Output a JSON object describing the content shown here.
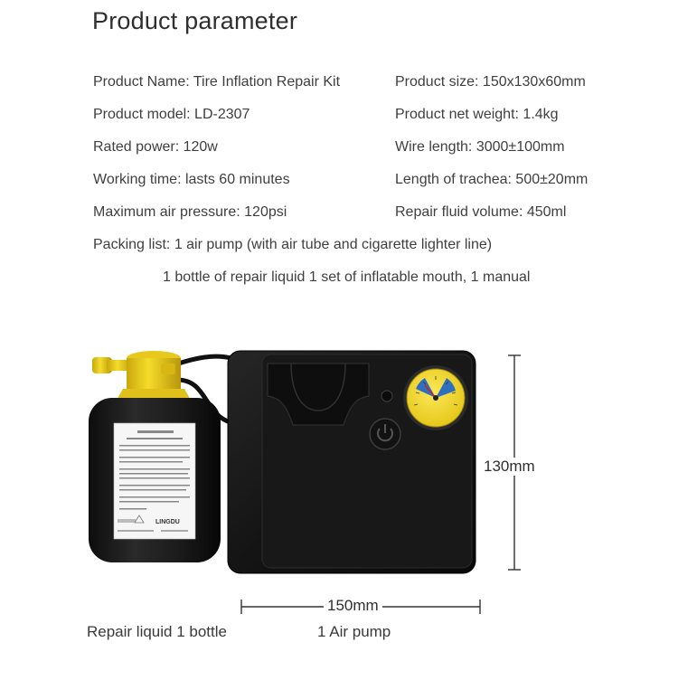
{
  "title": "Product parameter",
  "params_left": [
    "Product Name: Tire Inflation Repair Kit",
    "Product model: LD-2307",
    "Rated power: 120w",
    "Working time: lasts 60 minutes",
    "Maximum air pressure: 120psi"
  ],
  "params_right": [
    "Product size: 150x130x60mm",
    "Product net weight: 1.4kg",
    "Wire length: 3000±100mm",
    "Length of trachea: 500±20mm",
    "Repair fluid volume: 450ml"
  ],
  "packing_list": "Packing list: 1 air pump (with air tube and cigarette lighter line)",
  "packing_list_cont": "1 bottle of repair liquid 1 set of inflatable mouth, 1 manual",
  "dimensions": {
    "height": "130mm",
    "width": "150mm"
  },
  "captions": {
    "bottle": "Repair liquid 1 bottle",
    "pump": "1 Air pump"
  },
  "label_brand": "LINGDU",
  "colors": {
    "bottle_cap": "#f2d01c",
    "body": "#1a1a1a",
    "gauge_face": "#f3dd2a"
  }
}
